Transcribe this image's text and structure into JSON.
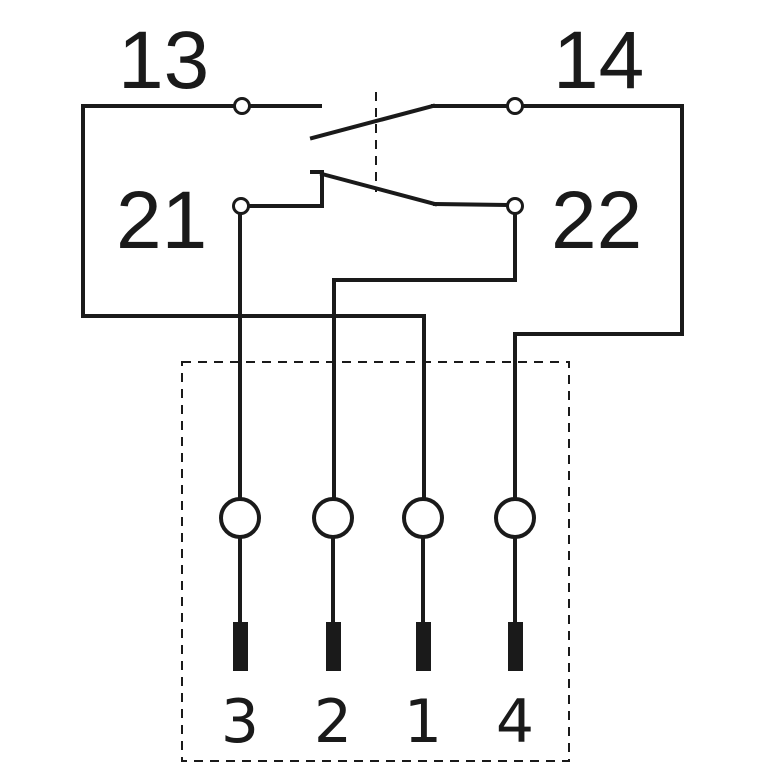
{
  "contacts": {
    "no_left": "13",
    "no_right": "14",
    "nc_left": "21",
    "nc_right": "22"
  },
  "pins": [
    "3",
    "2",
    "1",
    "4"
  ],
  "colors": {
    "ink": "#1a1a1a",
    "background": "#ffffff"
  }
}
